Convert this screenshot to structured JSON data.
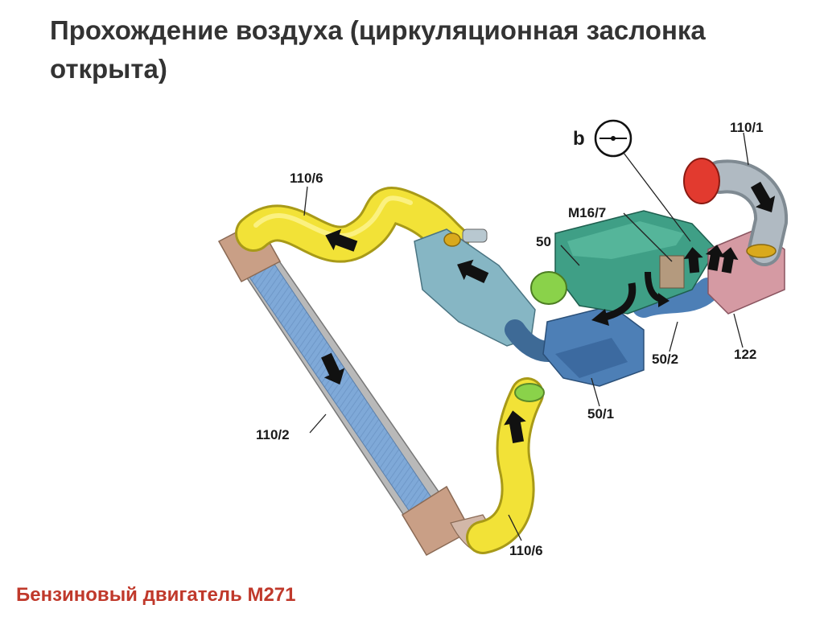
{
  "title": "Прохождение воздуха (циркуляционная заслонка открыта)",
  "footer": "Бензиновый двигатель M271",
  "labels": {
    "hose_top": "110/6",
    "hose_bottom": "110/6",
    "intercooler": "110/2",
    "intake_hose": "110/1",
    "b": "b",
    "actuator": "M16/7",
    "compressor": "50",
    "outlet_50_1": "50/1",
    "outlet_50_2": "50/2",
    "unit_122": "122"
  },
  "colors": {
    "hose": "#f2e237",
    "intercooler": "#8fb5e0",
    "compressor": "#3f9f86",
    "throttle_body": "#86b6c4",
    "manifold": "#4d7fb6",
    "inlet": "#e23a2f",
    "box_122": "#d59aa3",
    "title": "#333333",
    "footer": "#c0392b"
  }
}
